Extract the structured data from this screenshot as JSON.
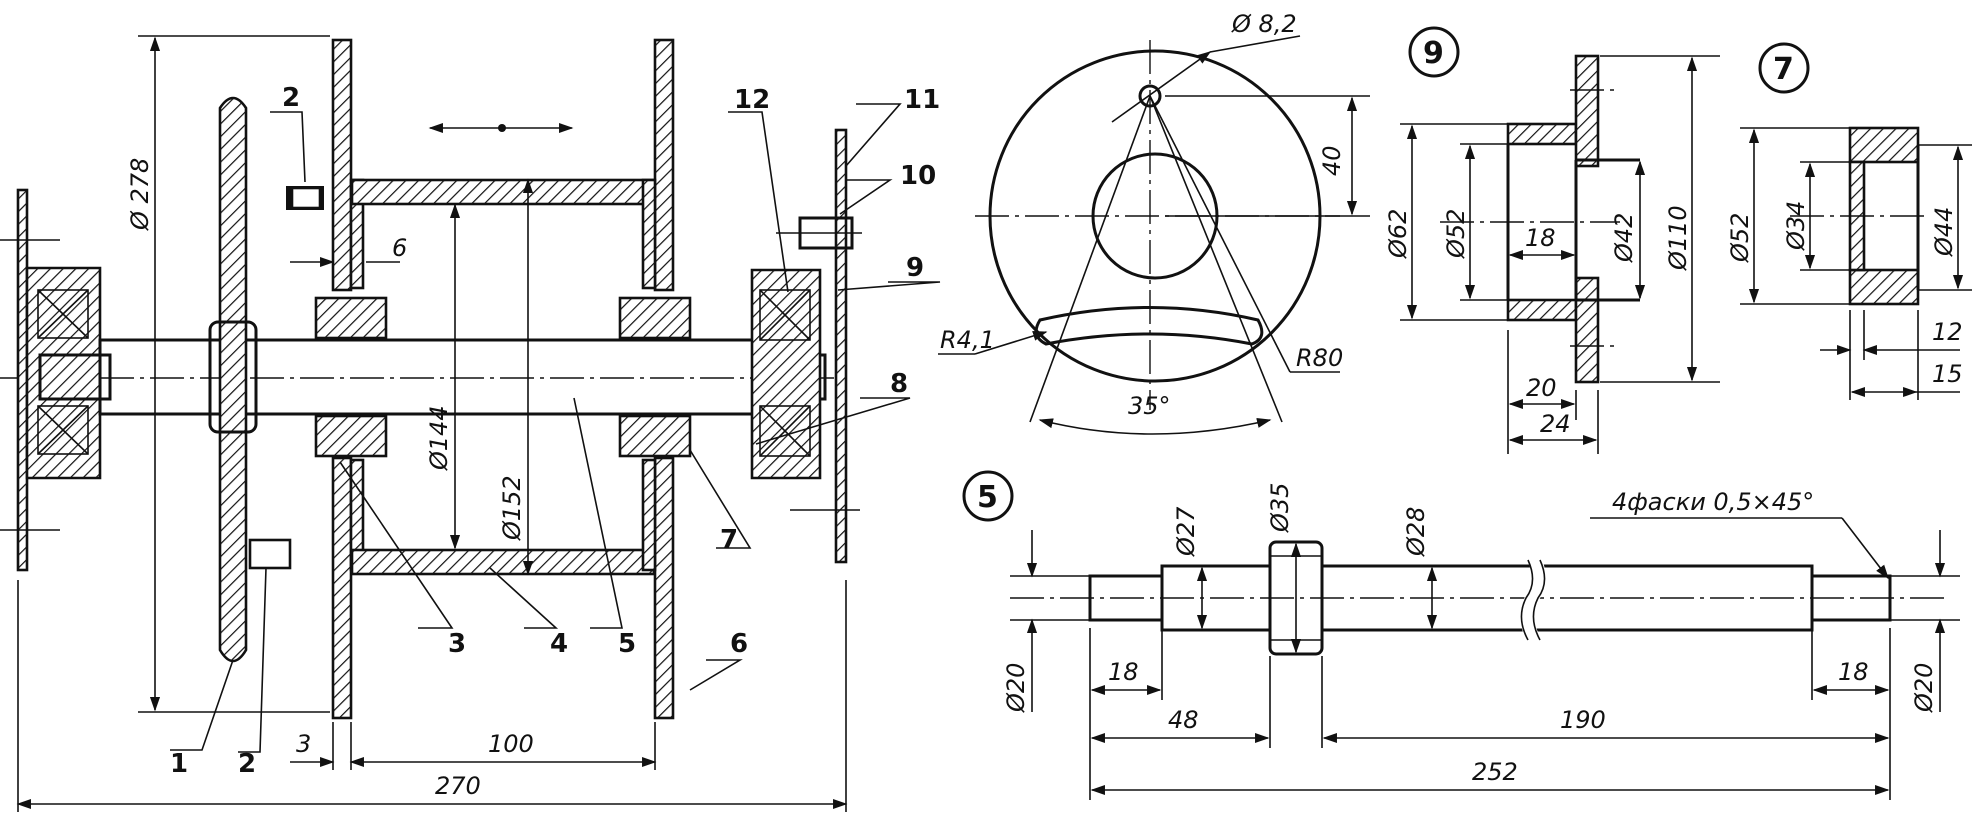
{
  "assembly": {
    "callouts": [
      "1",
      "2",
      "2",
      "3",
      "4",
      "5",
      "6",
      "7",
      "8",
      "9",
      "10",
      "11",
      "12"
    ],
    "dims": {
      "d278": "Ø 278",
      "d144": "Ø144",
      "d152": "Ø152",
      "d6": "6",
      "d3": "3",
      "d100": "100",
      "d270": "270"
    }
  },
  "disc": {
    "d82": "Ø 8,2",
    "d40": "40",
    "r41": "R4,1",
    "r80": "R80",
    "a35": "35°"
  },
  "part9": {
    "num": "9",
    "d62": "Ø62",
    "d52": "Ø52",
    "d18": "18",
    "d42": "Ø42",
    "d110": "Ø110",
    "d20": "20",
    "d24": "24"
  },
  "part7": {
    "num": "7",
    "d52": "Ø52",
    "d34": "Ø34",
    "d44": "Ø44",
    "d12": "12",
    "d15": "15"
  },
  "part5": {
    "num": "5",
    "d27": "Ø27",
    "d35": "Ø35",
    "d28": "Ø28",
    "note": "4фаски 0,5×45°",
    "d20a": "Ø20",
    "d20b": "Ø20",
    "d18a": "18",
    "d18b": "18",
    "d48": "48",
    "d190": "190",
    "d252": "252"
  }
}
